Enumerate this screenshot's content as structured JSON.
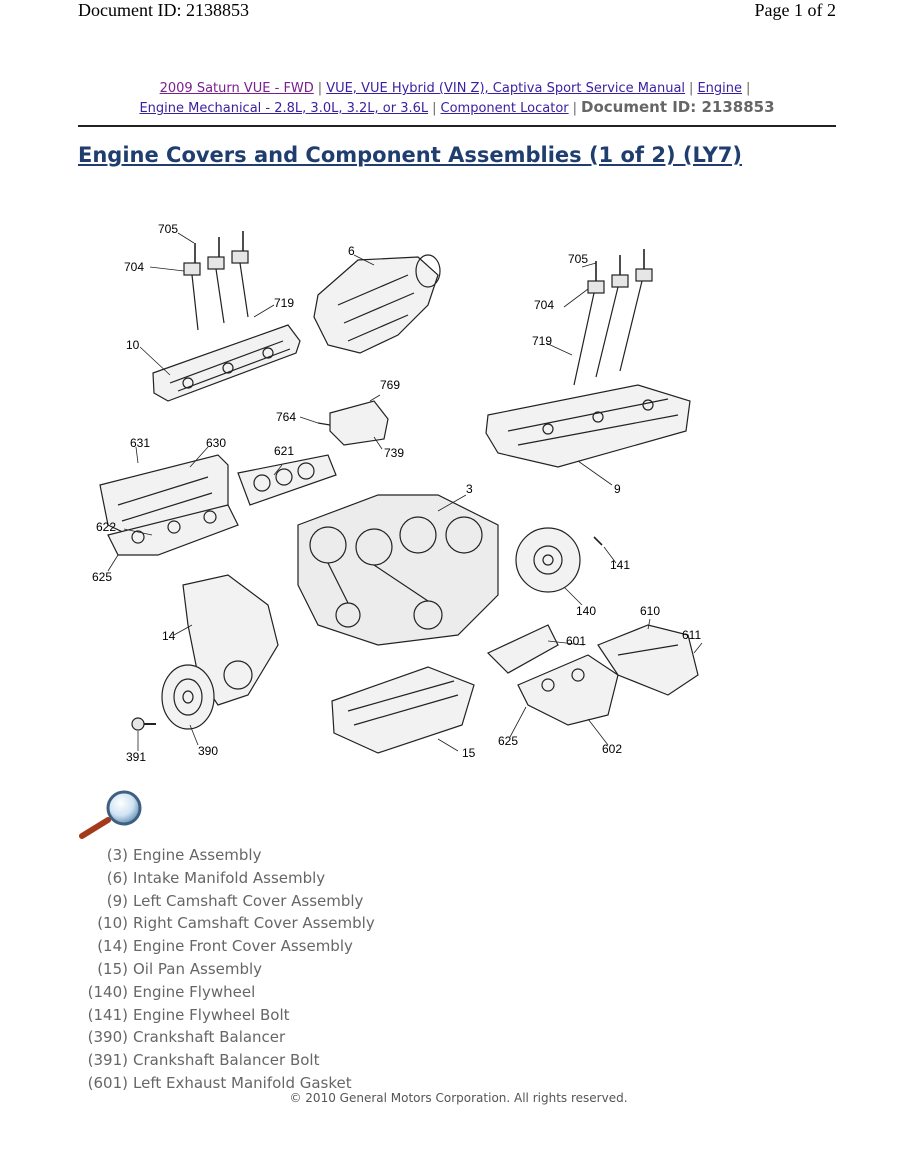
{
  "header": {
    "doc_id": "Document ID: 2138853",
    "page": "Page 1 of 2"
  },
  "breadcrumb": {
    "links": [
      "2009 Saturn VUE - FWD",
      "VUE, VUE Hybrid (VIN Z), Captiva Sport Service Manual",
      "Engine",
      "Engine Mechanical - 2.8L, 3.0L, 3.2L, or 3.6L",
      "Component Locator"
    ],
    "separator": "|",
    "doc_id": "Document ID: 2138853"
  },
  "title": "Engine Covers and Component Assemblies (1 of 2) (LY7)",
  "diagram": {
    "callouts": [
      "705",
      "704",
      "719",
      "10",
      "6",
      "705",
      "704",
      "719",
      "769",
      "764",
      "739",
      "9",
      "631",
      "630",
      "621",
      "622",
      "625",
      "3",
      "141",
      "140",
      "14",
      "610",
      "611",
      "601",
      "390",
      "391",
      "15",
      "625",
      "602"
    ]
  },
  "legend": [
    {
      "num": "(3)",
      "label": "Engine Assembly"
    },
    {
      "num": "(6)",
      "label": "Intake Manifold Assembly"
    },
    {
      "num": "(9)",
      "label": "Left Camshaft Cover Assembly"
    },
    {
      "num": "(10)",
      "label": "Right Camshaft Cover Assembly"
    },
    {
      "num": "(14)",
      "label": "Engine Front Cover Assembly"
    },
    {
      "num": "(15)",
      "label": "Oil Pan Assembly"
    },
    {
      "num": "(140)",
      "label": "Engine Flywheel"
    },
    {
      "num": "(141)",
      "label": "Engine Flywheel Bolt"
    },
    {
      "num": "(390)",
      "label": "Crankshaft Balancer"
    },
    {
      "num": "(391)",
      "label": "Crankshaft Balancer Bolt"
    },
    {
      "num": "(601)",
      "label": "Left Exhaust Manifold Gasket"
    }
  ],
  "footer": "© 2010 General Motors Corporation.  All rights reserved.",
  "colors": {
    "title": "#1f3d6e",
    "link": "#3a1fa0",
    "visited_link": "#7a1f8f",
    "legend_text": "#666666"
  },
  "icons": {
    "magnifier": "magnifier-icon"
  }
}
